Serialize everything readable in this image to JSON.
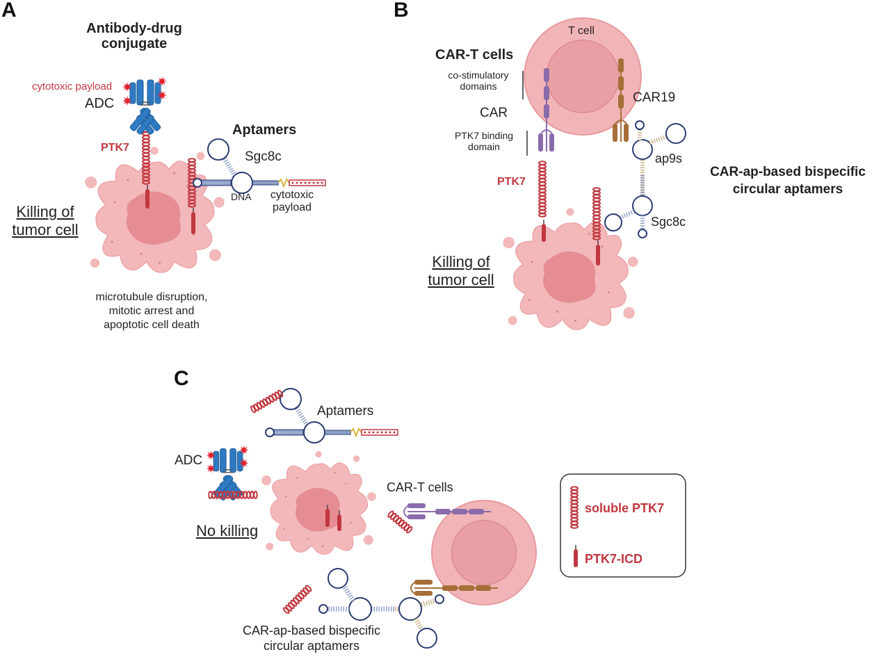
{
  "colors": {
    "tumor": "#f3b8b9",
    "tumor_nucleus": "#e58d92",
    "ptk7": "#c0373f",
    "antibody": "#2e7bc4",
    "car_purple": "#8a6bab",
    "car_brown": "#a56f37",
    "tcell": "#f2b5b7",
    "aptamer_stem": "#8fa0c8",
    "dna_link": "#c9b28c"
  },
  "panelA": {
    "label": "A",
    "adc_title": "Antibody-drug\nconjugate",
    "cytotoxic_payload": "cytotoxic payload",
    "adc": "ADC",
    "ptk7": "PTK7",
    "aptamers_title": "Aptamers",
    "sgc8c": "Sgc8c",
    "dna": "DNA",
    "payload2": "cytotoxic\npayload",
    "killing": "Killing of\ntumor cell",
    "mechanism": "microtubule disruption,\nmitotic arrest and\napoptotic cell death"
  },
  "panelB": {
    "label": "B",
    "tcell": "T cell",
    "cart_title": "CAR-T cells",
    "costim": "co-stimulatory\ndomains",
    "car": "CAR",
    "binding": "PTK7 binding\ndomain",
    "car19": "CAR19",
    "ap9s": "ap9s",
    "ptk7": "PTK7",
    "sgc8c": "Sgc8c",
    "bispecific": "CAR-ap-based bispecific\ncircular aptamers",
    "killing": "Killing of\ntumor cell"
  },
  "panelC": {
    "label": "C",
    "aptamers": "Aptamers",
    "adc": "ADC",
    "cart": "CAR-T cells",
    "nokill": "No killing",
    "bispecific": "CAR-ap-based bispecific\ncircular aptamers"
  },
  "legend": {
    "soluble": "soluble PTK7",
    "icd": "PTK7-ICD"
  }
}
